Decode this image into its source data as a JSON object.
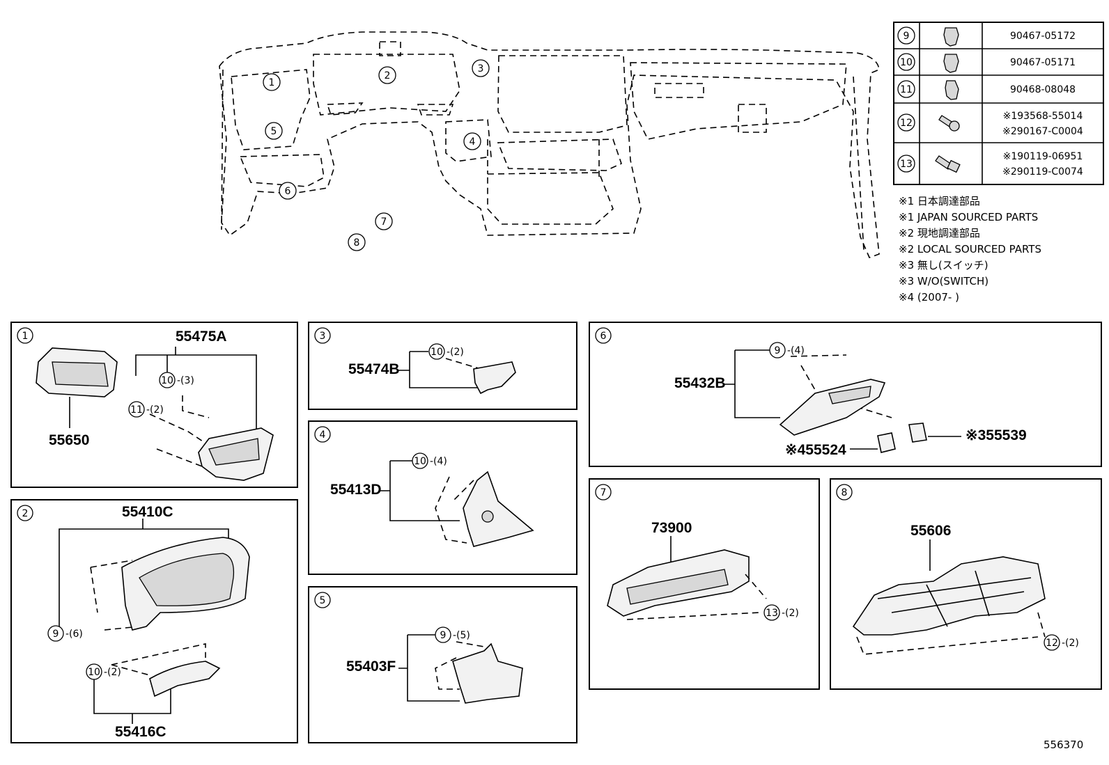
{
  "fastener_table": [
    {
      "ref": "9",
      "part": "90467-05172",
      "part2": ""
    },
    {
      "ref": "10",
      "part": "90467-05171",
      "part2": ""
    },
    {
      "ref": "11",
      "part": "90468-08048",
      "part2": ""
    },
    {
      "ref": "12",
      "part": "※193568-55014",
      "part2": "※290167-C0004"
    },
    {
      "ref": "13",
      "part": "※190119-06951",
      "part2": "※290119-C0074"
    }
  ],
  "notes": [
    "※1 日本調達部品",
    "※1 JAPAN SOURCED PARTS",
    "※2 現地調達部品",
    "※2 LOCAL SOURCED PARTS",
    "※3 無し(スイッチ)",
    "※3 W/O(SWITCH)",
    "※4 (2007-     )"
  ],
  "overview_callouts": [
    "1",
    "2",
    "3",
    "4",
    "5",
    "6",
    "7",
    "8"
  ],
  "panels": {
    "p1": {
      "num": "1",
      "part_a": "55475A",
      "part_b": "55650",
      "fast_a": "10",
      "qty_a": "-(3)",
      "fast_b": "11",
      "qty_b": "-(2)"
    },
    "p2": {
      "num": "2",
      "part_a": "55410C",
      "part_b": "55416C",
      "fast_a": "9",
      "qty_a": "-(6)",
      "fast_b": "10",
      "qty_b": "-(2)"
    },
    "p3": {
      "num": "3",
      "part_a": "55474B",
      "fast_a": "10",
      "qty_a": "-(2)"
    },
    "p4": {
      "num": "4",
      "part_a": "55413D",
      "fast_a": "10",
      "qty_a": "-(4)"
    },
    "p5": {
      "num": "5",
      "part_a": "55403F",
      "fast_a": "9",
      "qty_a": "-(5)"
    },
    "p6": {
      "num": "6",
      "part_a": "55432B",
      "part_b": "※455524",
      "part_c": "※355539",
      "fast_a": "9",
      "qty_a": "-(4)"
    },
    "p7": {
      "num": "7",
      "part_a": "73900",
      "fast_a": "13",
      "qty_a": "-(2)"
    },
    "p8": {
      "num": "8",
      "part_a": "55606",
      "fast_a": "12",
      "qty_a": "-(2)"
    }
  },
  "illustration_id": "556370"
}
